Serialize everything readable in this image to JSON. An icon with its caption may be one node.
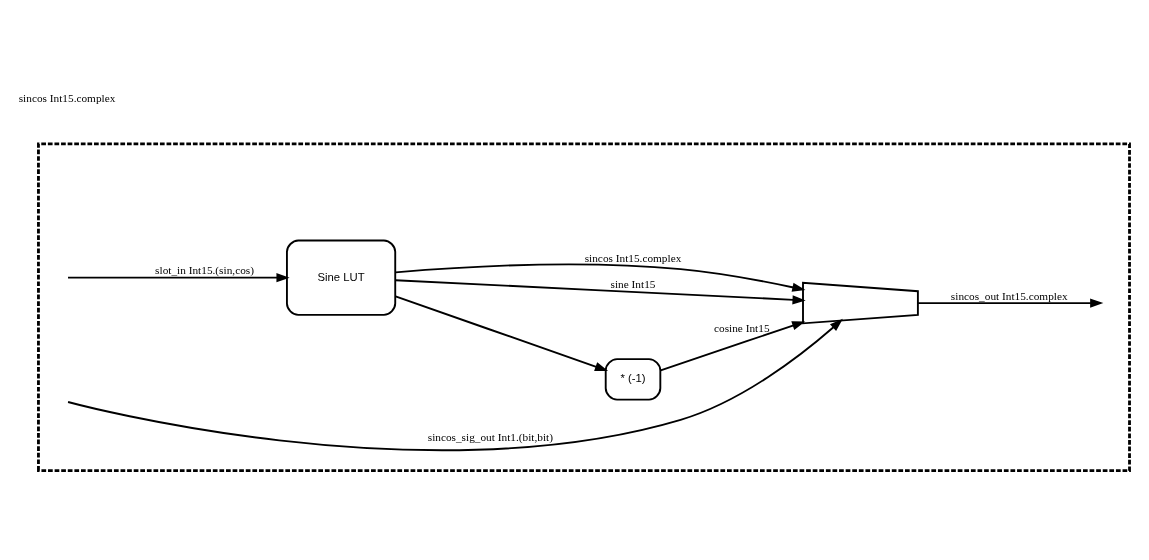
{
  "diagram": {
    "nodes": [
      {
        "text": [],
        "shape": "box"
      },
      {
        "text": [
          "Sine LUT"
        ],
        "in": 0
      },
      {
        "text": [
          "* (-1)"
        ],
        "in": 0
      },
      {
        "text": [],
        "shape": "trapezium",
        "in": 0
      }
    ],
    "edges": [
      {
        "from": null,
        "to": 1,
        "arrow": "to",
        "label": "slot_in Int15.(sin,cos)"
      },
      {
        "from": 1,
        "to": 2,
        "arrow": "to"
      },
      {
        "from": 2,
        "to": 3,
        "arrow": "to",
        "label": "cosine Int15"
      },
      {
        "from": 1,
        "to": 3,
        "arrow": "to",
        "label": "sine Int15"
      },
      {
        "from": 1,
        "to": 3,
        "arrow": "to",
        "label": "sincos Int15.complex"
      },
      {
        "from": null,
        "to": 3,
        "arrow": "to",
        "label": "sincos_sig_out Int1.(bit,bit)"
      },
      {
        "from": 3,
        "to": null,
        "arrow": "to",
        "label": "sincos_out Int15.complex"
      }
    ],
    "labels": [
      "sincos Int15.complex"
    ]
  }
}
